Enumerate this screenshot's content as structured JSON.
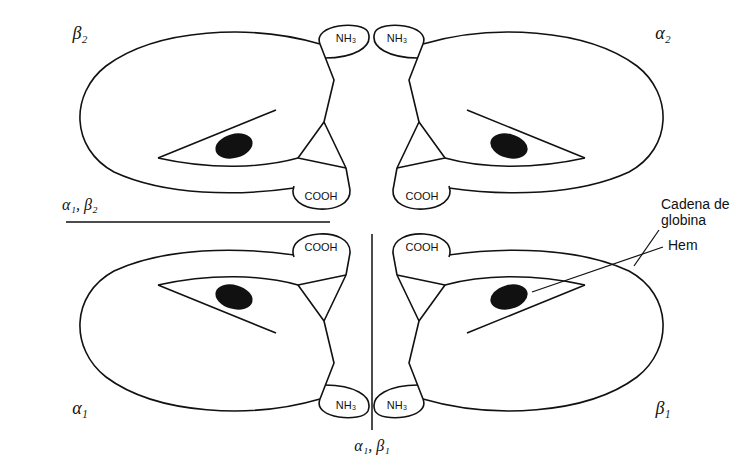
{
  "diagram": {
    "nodes": [
      {
        "text": [
          "β₂",
          "NH₃",
          "COOH"
        ]
      },
      {
        "text": [
          "α₂",
          "NH₃",
          "COOH"
        ]
      },
      {
        "text": [
          "α₁",
          "NH₃",
          "COOH"
        ]
      },
      {
        "text": [
          "β₁",
          "NH₃",
          "COOH"
        ]
      }
    ],
    "labels": [
      "α₁, β₂",
      "α₁, β₁",
      "Cadena de globina",
      "Hem"
    ]
  }
}
